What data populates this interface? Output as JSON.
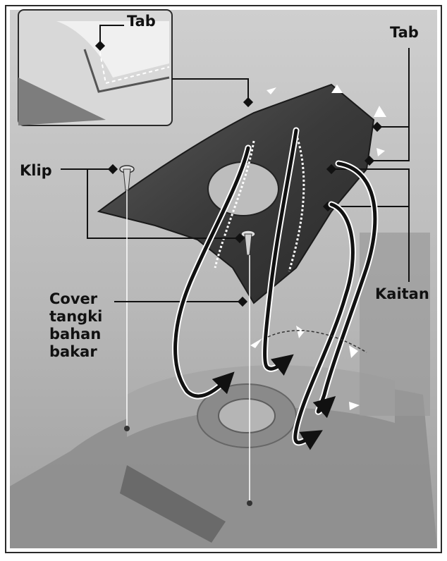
{
  "labels": {
    "tab_inset": "Tab",
    "tab_right": "Tab",
    "klip": "Klip",
    "kaitan": "Kaitan",
    "cover": "Cover\ntangki\nbahan\nbakar"
  },
  "colors": {
    "frame_border": "#2a2a2a",
    "background": "#bdbdbd",
    "cover_part": "#3a3a3a",
    "leader_line": "#111111",
    "arrow": "#111111"
  },
  "icons": {
    "arrow_style": "curved-bold-arrow",
    "tab_mark": "diamond-marker"
  }
}
